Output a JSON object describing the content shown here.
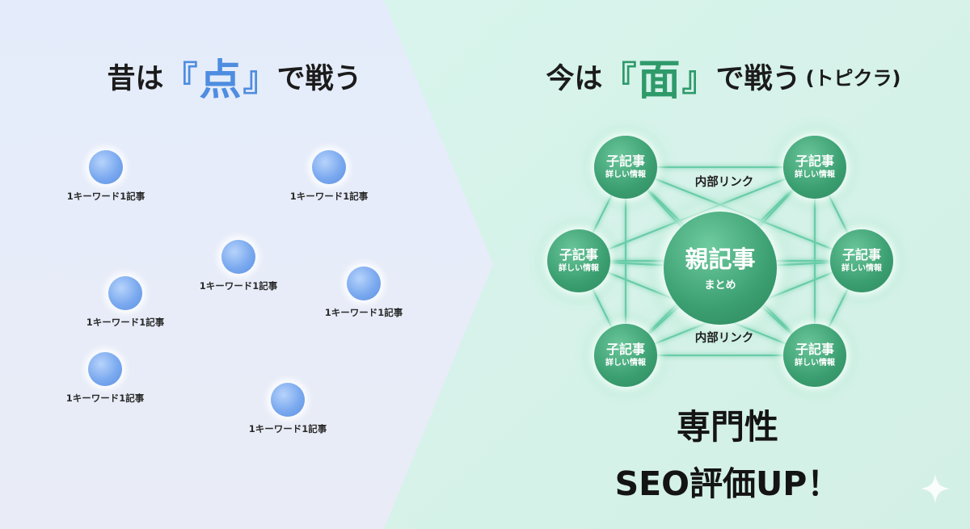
{
  "left": {
    "heading": {
      "before": "昔は",
      "bracket_open": "『",
      "keyword": "点",
      "bracket_close": "』",
      "after": "で戦う"
    },
    "dots": [
      {
        "label": "1キーワード1記事"
      },
      {
        "label": "1キーワード1記事"
      },
      {
        "label": "1キーワード1記事"
      },
      {
        "label": "1キーワード1記事"
      },
      {
        "label": "1キーワード1記事"
      },
      {
        "label": "1キーワード1記事"
      },
      {
        "label": "1キーワード1記事"
      }
    ]
  },
  "right": {
    "heading": {
      "before": "今は",
      "bracket_open": "『",
      "keyword": "面",
      "bracket_close": "』",
      "after": "で戦う",
      "paren": "(トピクラ)"
    },
    "parent": {
      "title": "親記事",
      "subtitle": "まとめ"
    },
    "children": [
      {
        "title": "子記事",
        "subtitle": "詳しい情報"
      },
      {
        "title": "子記事",
        "subtitle": "詳しい情報"
      },
      {
        "title": "子記事",
        "subtitle": "詳しい情報"
      },
      {
        "title": "子記事",
        "subtitle": "詳しい情報"
      },
      {
        "title": "子記事",
        "subtitle": "詳しい情報"
      },
      {
        "title": "子記事",
        "subtitle": "詳しい情報"
      }
    ],
    "link_labels": [
      "内部リンク",
      "内部リンク"
    ],
    "conclusion": {
      "line1": "専門性",
      "line2": "SEO評価UP！"
    }
  },
  "colors": {
    "left_accent": "#4e8de0",
    "right_accent": "#2e9a6a",
    "node_green": "#3a9e70",
    "dot_blue": "#7aa9ef"
  },
  "icons": {
    "corner": "sparkle-icon"
  }
}
